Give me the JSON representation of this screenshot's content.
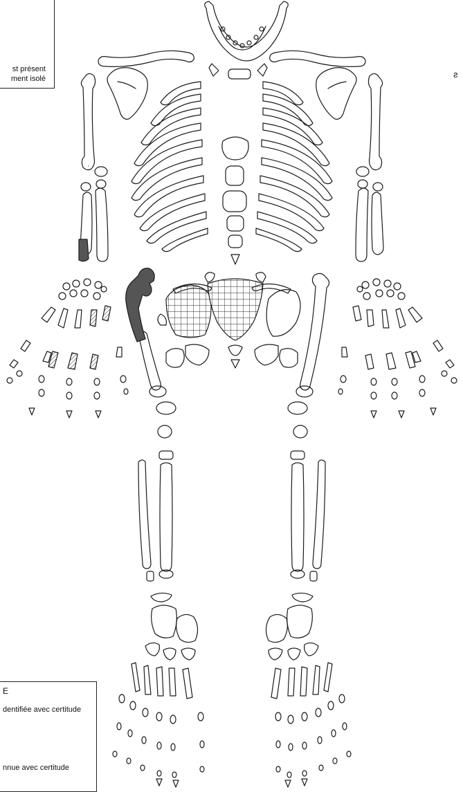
{
  "legend_top": {
    "line1": "st  présent",
    "line2": "ment isolé"
  },
  "legend_bottom": {
    "heading": "E",
    "line1": "dentifiée avec certitude",
    "line2": "nnue avec certitude"
  },
  "edge_glyph": "ƨ",
  "colors": {
    "outline": "#1a1a1a",
    "present": "#555555",
    "hatch": "#222222",
    "background": "#ffffff"
  }
}
